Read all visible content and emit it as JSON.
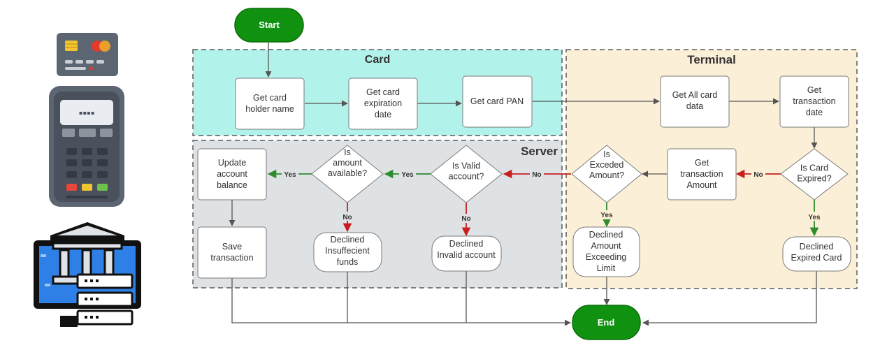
{
  "lanes": {
    "card": "Card",
    "terminal": "Terminal",
    "server": "Server"
  },
  "terminators": {
    "start": "Start",
    "end": "End"
  },
  "nodes": {
    "get_card_holder_name": [
      "Get card",
      "holder name"
    ],
    "get_card_expiration_date": [
      "Get card",
      "expiration",
      "date"
    ],
    "get_card_pan": [
      "Get card PAN"
    ],
    "get_all_card_data": [
      "Get All card",
      "data"
    ],
    "get_transaction_date": [
      "Get",
      "transaction",
      "date"
    ],
    "is_card_expired": [
      "Is Card",
      "Expired?"
    ],
    "get_transaction_amount": [
      "Get",
      "transaction",
      "Amount"
    ],
    "is_exceeded_amount": [
      "Is",
      "Exceded",
      "Amount?"
    ],
    "is_valid_account": [
      "Is Valid",
      "account?"
    ],
    "is_amount_available": [
      "Is",
      "amount",
      "available?"
    ],
    "update_account_balance": [
      "Update",
      "account",
      "balance"
    ],
    "save_transaction": [
      "Save",
      "transaction"
    ],
    "declined_insufficient_funds": [
      "Declined",
      "Insuffecient",
      "funds"
    ],
    "declined_invalid_account": [
      "Declined",
      "Invalid account"
    ],
    "declined_exceeding_limit": [
      "Declined",
      "Amount",
      "Exceeding",
      "Limit"
    ],
    "declined_expired_card": [
      "Declined",
      "Expired Card"
    ]
  },
  "edge_labels": {
    "yes": "Yes",
    "no": "No"
  },
  "colors": {
    "start_end_fill": "#109210",
    "card_lane": "#b1f2ea",
    "terminal_lane": "#fbefd7",
    "server_lane": "#dfe2e5",
    "yes": "#2e8b2e",
    "no": "#c81e1e",
    "arrow": "#555555",
    "box_border": "#7b7b7b",
    "lane_border": "#5a5a5a",
    "text": "#333333",
    "bank_blue": "#2f80e6"
  },
  "icons": [
    "credit-card-icon",
    "card-terminal-icon",
    "bank-server-icon"
  ]
}
